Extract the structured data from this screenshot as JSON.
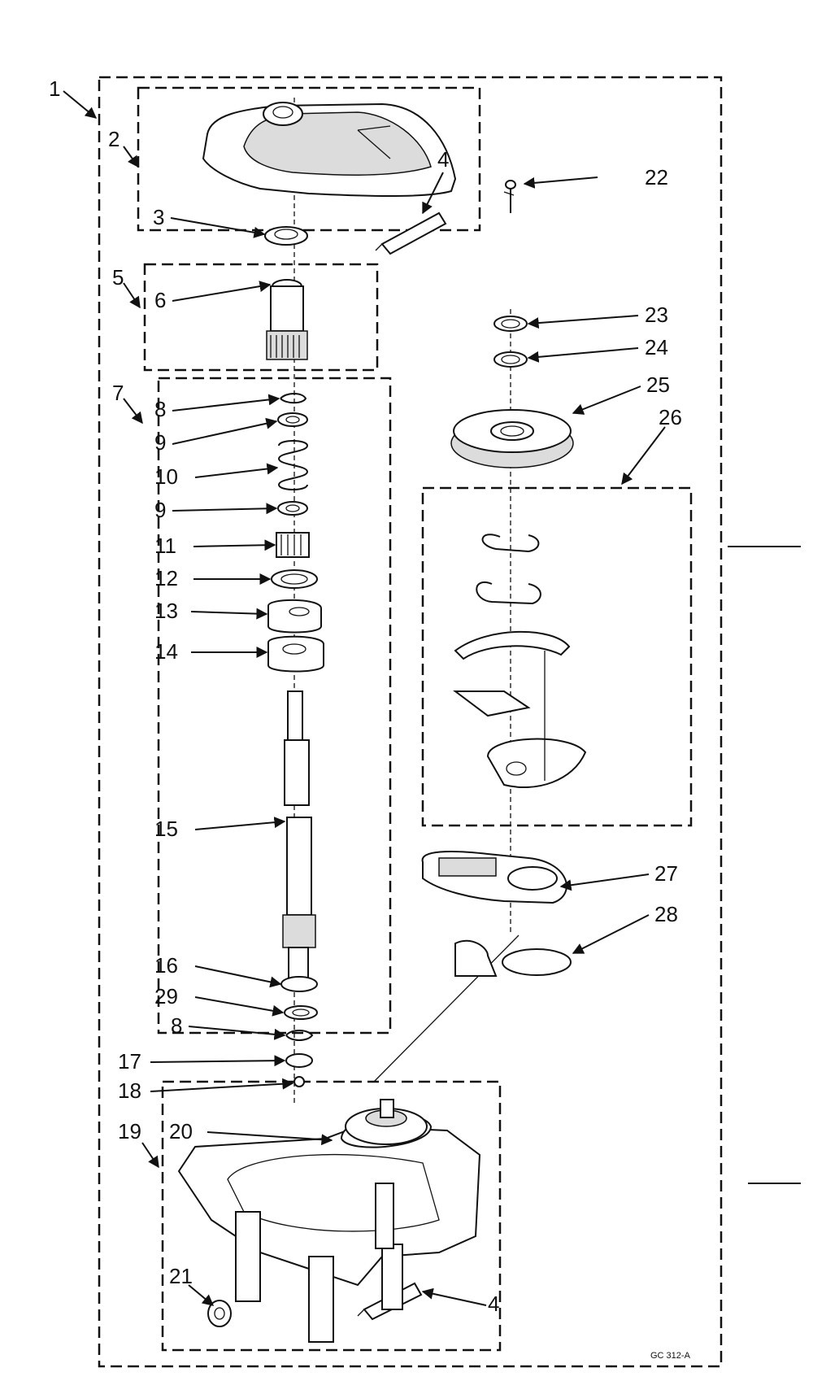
{
  "diagram": {
    "labels": {
      "p1": "1",
      "p2": "2",
      "p3": "3",
      "p4a": "4",
      "p4b": "4",
      "p5": "5",
      "p6": "6",
      "p7": "7",
      "p8a": "8",
      "p8b": "8",
      "p9a": "9",
      "p9b": "9",
      "p10": "10",
      "p11": "11",
      "p12": "12",
      "p13": "13",
      "p14": "14",
      "p15": "15",
      "p16": "16",
      "p17": "17",
      "p18": "18",
      "p19": "19",
      "p20": "20",
      "p21": "21",
      "p22": "22",
      "p23": "23",
      "p24": "24",
      "p25": "25",
      "p26": "26",
      "p27": "27",
      "p28": "28",
      "p29": "29"
    },
    "drawing_code": "GC 312-A"
  }
}
